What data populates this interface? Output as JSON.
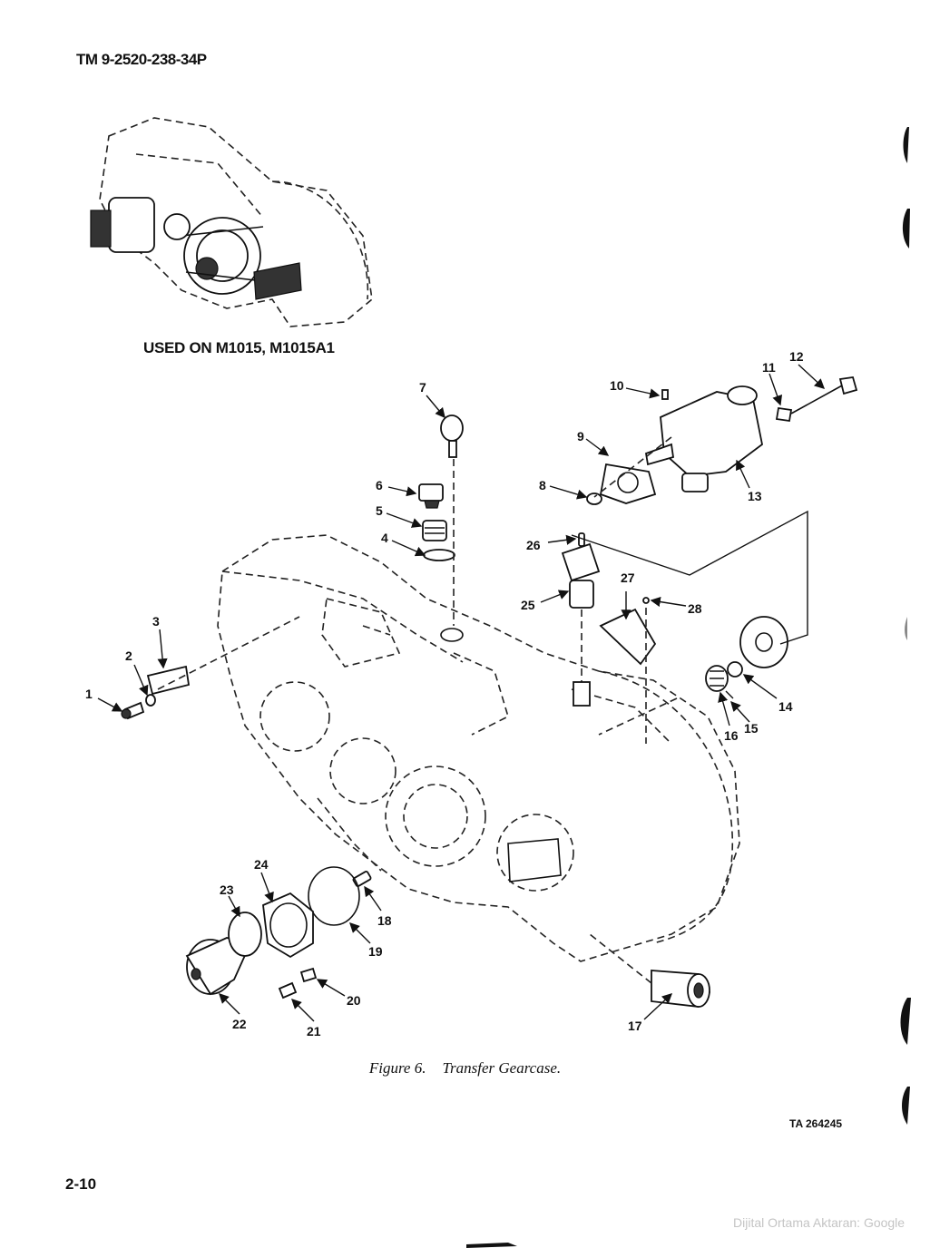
{
  "header": {
    "doc_id": "TM 9-2520-238-34P"
  },
  "inset": {
    "caption": "USED ON M1015, M1015A1"
  },
  "figure": {
    "number": "Figure 6.",
    "title": "Transfer Gearcase.",
    "callouts": [
      "1",
      "2",
      "3",
      "4",
      "5",
      "6",
      "7",
      "8",
      "9",
      "10",
      "11",
      "12",
      "13",
      "14",
      "15",
      "16",
      "17",
      "18",
      "19",
      "20",
      "21",
      "22",
      "23",
      "24",
      "25",
      "26",
      "27",
      "28"
    ]
  },
  "footer": {
    "ta_number": "TA 264245",
    "page_number": "2-10",
    "watermark": "Dijital Ortama Aktaran: Google"
  }
}
